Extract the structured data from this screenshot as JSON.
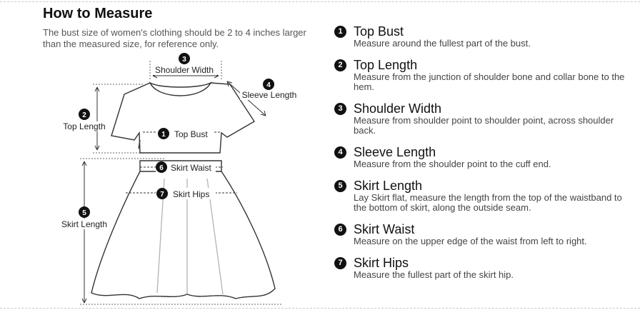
{
  "header": {
    "title": "How to Measure",
    "subtitle": "The bust size of women's clothing should be 2 to 4 inches larger than the measured size, for reference only."
  },
  "diagram": {
    "labels": {
      "shoulder_width": {
        "num": "3",
        "text": "Shoulder Width"
      },
      "sleeve_length": {
        "num": "4",
        "text": "Sleeve Length"
      },
      "top_length": {
        "num": "2",
        "text": "Top Length"
      },
      "top_bust": {
        "num": "1",
        "text": "Top Bust"
      },
      "skirt_waist": {
        "num": "6",
        "text": "Skirt Waist"
      },
      "skirt_hips": {
        "num": "7",
        "text": "Skirt Hips"
      },
      "skirt_length": {
        "num": "5",
        "text": "Skirt Length"
      }
    }
  },
  "instructions": [
    {
      "num": "1",
      "title": "Top Bust",
      "desc": "Measure around the fullest part of the bust."
    },
    {
      "num": "2",
      "title": "Top Length",
      "desc": "Measure from the junction of shoulder bone and collar bone to the hem."
    },
    {
      "num": "3",
      "title": "Shoulder Width",
      "desc": "Measure from shoulder point to shoulder point, across shoulder back."
    },
    {
      "num": "4",
      "title": "Sleeve Length",
      "desc": "Measure from the shoulder point to the cuff end."
    },
    {
      "num": "5",
      "title": "Skirt Length",
      "desc": "Lay Skirt flat, measure the length from the top of the waistband to the bottom of skirt, along the outside seam."
    },
    {
      "num": "6",
      "title": "Skirt Waist",
      "desc": "Measure on the upper edge of the waist from left to right."
    },
    {
      "num": "7",
      "title": "Skirt Hips",
      "desc": "Measure the fullest part of the skirt hip."
    }
  ],
  "colors": {
    "ink": "#222222",
    "badge": "#111111",
    "dash": "#c9c9c9"
  }
}
